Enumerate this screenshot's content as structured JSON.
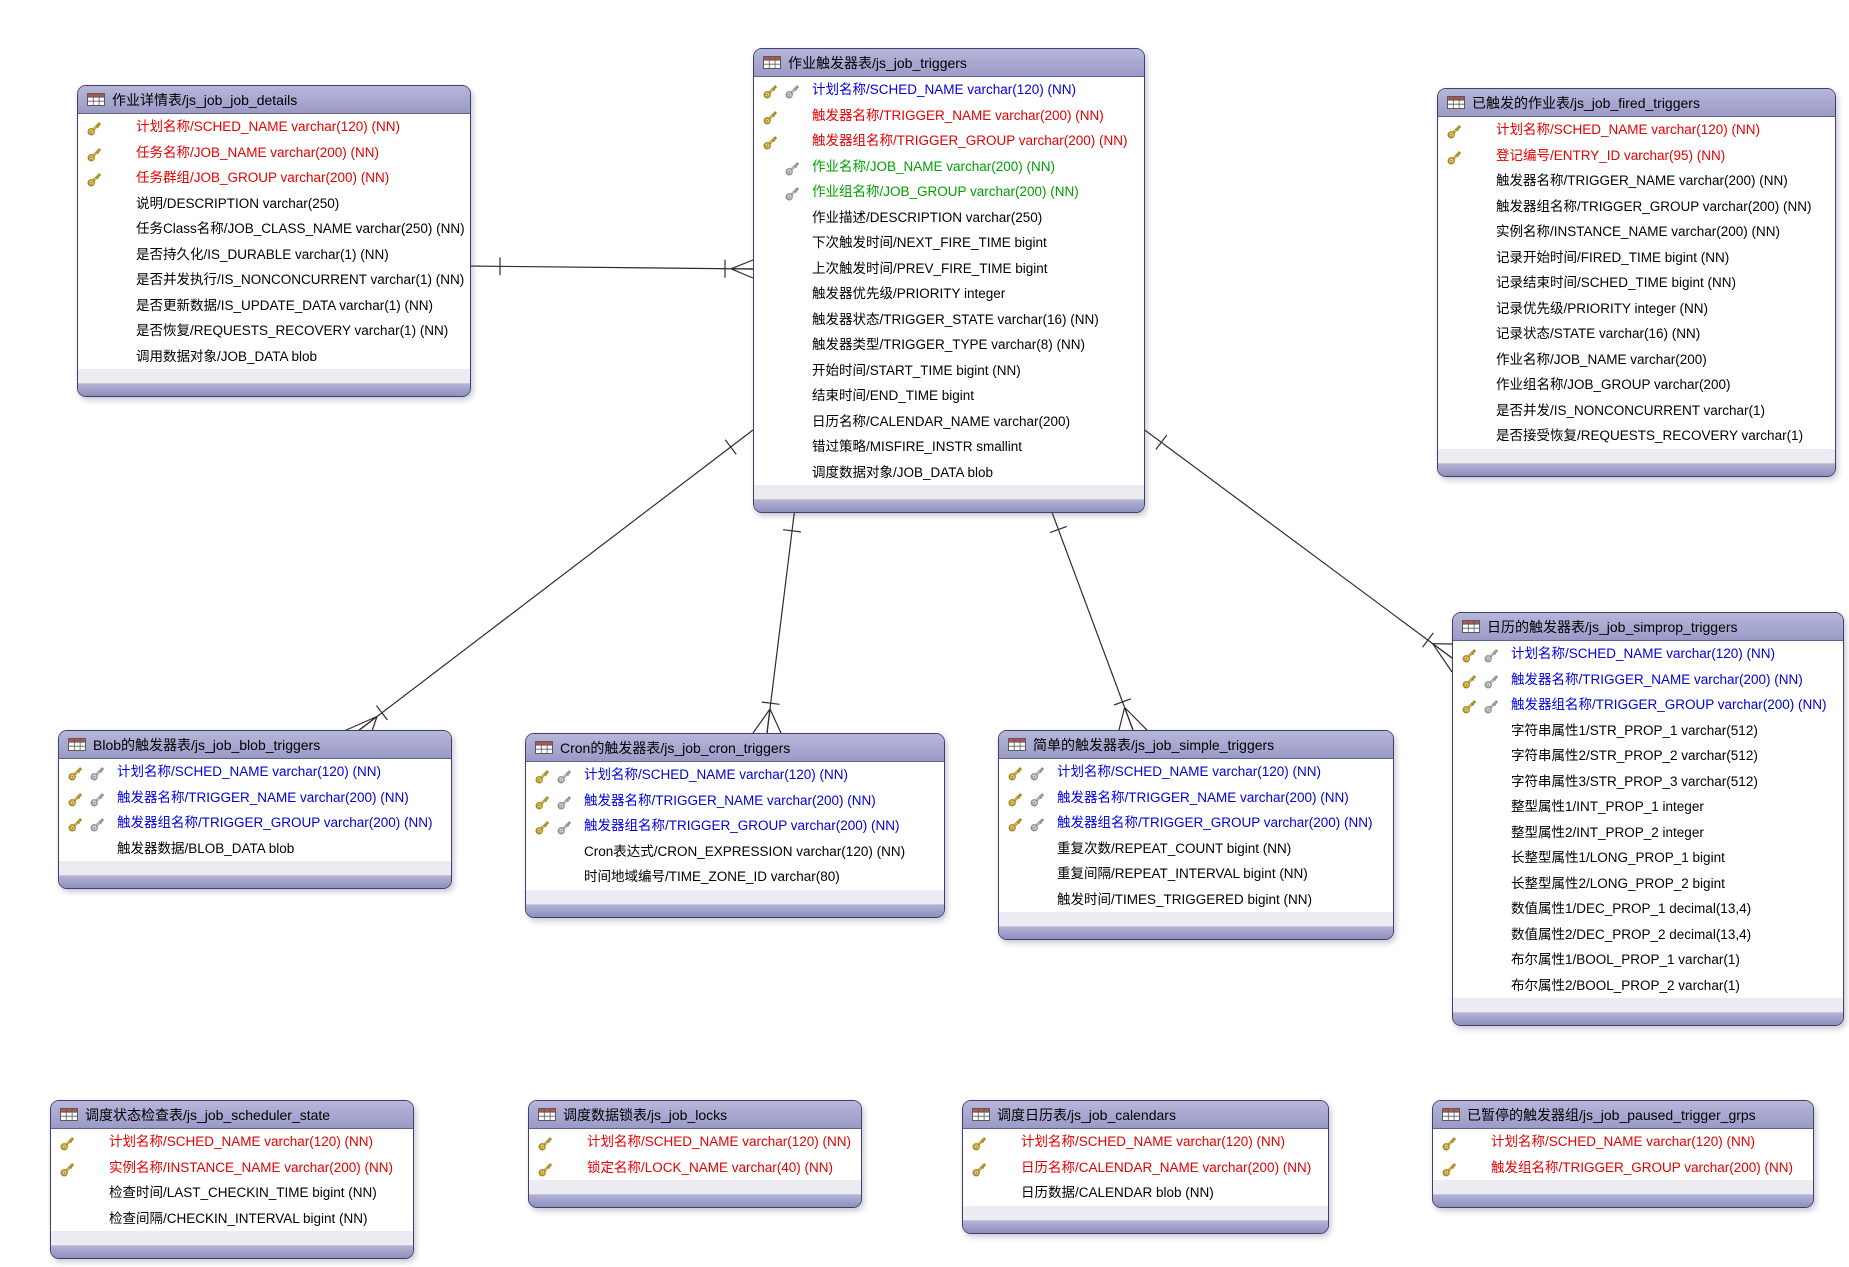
{
  "colors": {
    "canvas_bg": "#ffffff",
    "table_border": "#3f3f68",
    "header_top": "#b7b7db",
    "header_bottom": "#9a9ac7",
    "footer_strip": "#ebebf1",
    "footer_band_top": "#b2b2d5",
    "footer_band_bottom": "#8f8fbe",
    "field_pk": "#e60000",
    "field_pkfk": "#0000e0",
    "field_fk": "#00a000",
    "field_plain": "#000000",
    "key_gold_fill": "#e5c455",
    "key_gold_stroke": "#9b7d1e",
    "key_gray_fill": "#cfcfcf",
    "key_gray_stroke": "#858585",
    "relationship_line": "#2e2e2e",
    "table_icon_band": "#b85450"
  },
  "tables": [
    {
      "id": "js_job_job_details",
      "title": "作业详情表/js_job_job_details",
      "fields": [
        {
          "text": "计划名称/SCHED_NAME varchar(120) (NN)",
          "style": "pk",
          "keys": [
            "gold"
          ]
        },
        {
          "text": "任务名称/JOB_NAME varchar(200) (NN)",
          "style": "pk",
          "keys": [
            "gold"
          ]
        },
        {
          "text": "任务群组/JOB_GROUP varchar(200) (NN)",
          "style": "pk",
          "keys": [
            "gold"
          ]
        },
        {
          "text": "说明/DESCRIPTION varchar(250)",
          "style": "plain",
          "keys": []
        },
        {
          "text": "任务Class名称/JOB_CLASS_NAME varchar(250) (NN)",
          "style": "plain",
          "keys": []
        },
        {
          "text": "是否持久化/IS_DURABLE varchar(1) (NN)",
          "style": "plain",
          "keys": []
        },
        {
          "text": "是否并发执行/IS_NONCONCURRENT varchar(1) (NN)",
          "style": "plain",
          "keys": []
        },
        {
          "text": "是否更新数据/IS_UPDATE_DATA varchar(1) (NN)",
          "style": "plain",
          "keys": []
        },
        {
          "text": "是否恢复/REQUESTS_RECOVERY varchar(1) (NN)",
          "style": "plain",
          "keys": []
        },
        {
          "text": "调用数据对象/JOB_DATA blob",
          "style": "plain",
          "keys": []
        }
      ]
    },
    {
      "id": "js_job_triggers",
      "title": "作业触发器表/js_job_triggers",
      "fields": [
        {
          "text": "计划名称/SCHED_NAME varchar(120) (NN)",
          "style": "pkfk",
          "keys": [
            "gold",
            "gray"
          ]
        },
        {
          "text": "触发器名称/TRIGGER_NAME varchar(200) (NN)",
          "style": "pk",
          "keys": [
            "gold"
          ]
        },
        {
          "text": "触发器组名称/TRIGGER_GROUP varchar(200) (NN)",
          "style": "pk",
          "keys": [
            "gold"
          ]
        },
        {
          "text": "作业名称/JOB_NAME varchar(200) (NN)",
          "style": "fk",
          "keys": [
            "gray"
          ]
        },
        {
          "text": "作业组名称/JOB_GROUP varchar(200) (NN)",
          "style": "fk",
          "keys": [
            "gray"
          ]
        },
        {
          "text": "作业描述/DESCRIPTION varchar(250)",
          "style": "plain",
          "keys": []
        },
        {
          "text": "下次触发时间/NEXT_FIRE_TIME bigint",
          "style": "plain",
          "keys": []
        },
        {
          "text": "上次触发时间/PREV_FIRE_TIME bigint",
          "style": "plain",
          "keys": []
        },
        {
          "text": "触发器优先级/PRIORITY integer",
          "style": "plain",
          "keys": []
        },
        {
          "text": "触发器状态/TRIGGER_STATE varchar(16) (NN)",
          "style": "plain",
          "keys": []
        },
        {
          "text": "触发器类型/TRIGGER_TYPE varchar(8) (NN)",
          "style": "plain",
          "keys": []
        },
        {
          "text": "开始时间/START_TIME bigint (NN)",
          "style": "plain",
          "keys": []
        },
        {
          "text": "结束时间/END_TIME bigint",
          "style": "plain",
          "keys": []
        },
        {
          "text": "日历名称/CALENDAR_NAME varchar(200)",
          "style": "plain",
          "keys": []
        },
        {
          "text": "错过策略/MISFIRE_INSTR smallint",
          "style": "plain",
          "keys": []
        },
        {
          "text": "调度数据对象/JOB_DATA blob",
          "style": "plain",
          "keys": []
        }
      ]
    },
    {
      "id": "js_job_fired_triggers",
      "title": "已触发的作业表/js_job_fired_triggers",
      "fields": [
        {
          "text": "计划名称/SCHED_NAME varchar(120) (NN)",
          "style": "pk",
          "keys": [
            "gold"
          ]
        },
        {
          "text": "登记编号/ENTRY_ID varchar(95) (NN)",
          "style": "pk",
          "keys": [
            "gold"
          ]
        },
        {
          "text": "触发器名称/TRIGGER_NAME varchar(200) (NN)",
          "style": "plain",
          "keys": []
        },
        {
          "text": "触发器组名称/TRIGGER_GROUP varchar(200) (NN)",
          "style": "plain",
          "keys": []
        },
        {
          "text": "实例名称/INSTANCE_NAME varchar(200) (NN)",
          "style": "plain",
          "keys": []
        },
        {
          "text": "记录开始时间/FIRED_TIME bigint (NN)",
          "style": "plain",
          "keys": []
        },
        {
          "text": "记录结束时间/SCHED_TIME bigint (NN)",
          "style": "plain",
          "keys": []
        },
        {
          "text": "记录优先级/PRIORITY integer (NN)",
          "style": "plain",
          "keys": []
        },
        {
          "text": "记录状态/STATE varchar(16) (NN)",
          "style": "plain",
          "keys": []
        },
        {
          "text": "作业名称/JOB_NAME varchar(200)",
          "style": "plain",
          "keys": []
        },
        {
          "text": "作业组名称/JOB_GROUP varchar(200)",
          "style": "plain",
          "keys": []
        },
        {
          "text": "是否并发/IS_NONCONCURRENT varchar(1)",
          "style": "plain",
          "keys": []
        },
        {
          "text": "是否接受恢复/REQUESTS_RECOVERY varchar(1)",
          "style": "plain",
          "keys": []
        }
      ]
    },
    {
      "id": "js_job_simprop_triggers",
      "title": "日历的触发器表/js_job_simprop_triggers",
      "fields": [
        {
          "text": "计划名称/SCHED_NAME varchar(120) (NN)",
          "style": "pkfk",
          "keys": [
            "gold",
            "gray"
          ]
        },
        {
          "text": "触发器名称/TRIGGER_NAME varchar(200) (NN)",
          "style": "pkfk",
          "keys": [
            "gold",
            "gray"
          ]
        },
        {
          "text": "触发器组名称/TRIGGER_GROUP varchar(200) (NN)",
          "style": "pkfk",
          "keys": [
            "gold",
            "gray"
          ]
        },
        {
          "text": "字符串属性1/STR_PROP_1 varchar(512)",
          "style": "plain",
          "keys": []
        },
        {
          "text": "字符串属性2/STR_PROP_2 varchar(512)",
          "style": "plain",
          "keys": []
        },
        {
          "text": "字符串属性3/STR_PROP_3 varchar(512)",
          "style": "plain",
          "keys": []
        },
        {
          "text": "整型属性1/INT_PROP_1 integer",
          "style": "plain",
          "keys": []
        },
        {
          "text": "整型属性2/INT_PROP_2 integer",
          "style": "plain",
          "keys": []
        },
        {
          "text": "长整型属性1/LONG_PROP_1 bigint",
          "style": "plain",
          "keys": []
        },
        {
          "text": "长整型属性2/LONG_PROP_2 bigint",
          "style": "plain",
          "keys": []
        },
        {
          "text": "数值属性1/DEC_PROP_1 decimal(13,4)",
          "style": "plain",
          "keys": []
        },
        {
          "text": "数值属性2/DEC_PROP_2 decimal(13,4)",
          "style": "plain",
          "keys": []
        },
        {
          "text": "布尔属性1/BOOL_PROP_1 varchar(1)",
          "style": "plain",
          "keys": []
        },
        {
          "text": "布尔属性2/BOOL_PROP_2 varchar(1)",
          "style": "plain",
          "keys": []
        }
      ]
    },
    {
      "id": "js_job_blob_triggers",
      "title": "Blob的触发器表/js_job_blob_triggers",
      "fields": [
        {
          "text": "计划名称/SCHED_NAME varchar(120) (NN)",
          "style": "pkfk",
          "keys": [
            "gold",
            "gray"
          ]
        },
        {
          "text": "触发器名称/TRIGGER_NAME varchar(200) (NN)",
          "style": "pkfk",
          "keys": [
            "gold",
            "gray"
          ]
        },
        {
          "text": "触发器组名称/TRIGGER_GROUP varchar(200) (NN)",
          "style": "pkfk",
          "keys": [
            "gold",
            "gray"
          ]
        },
        {
          "text": "触发器数据/BLOB_DATA blob",
          "style": "plain",
          "keys": []
        }
      ]
    },
    {
      "id": "js_job_cron_triggers",
      "title": "Cron的触发器表/js_job_cron_triggers",
      "fields": [
        {
          "text": "计划名称/SCHED_NAME varchar(120) (NN)",
          "style": "pkfk",
          "keys": [
            "gold",
            "gray"
          ]
        },
        {
          "text": "触发器名称/TRIGGER_NAME varchar(200) (NN)",
          "style": "pkfk",
          "keys": [
            "gold",
            "gray"
          ]
        },
        {
          "text": "触发器组名称/TRIGGER_GROUP varchar(200) (NN)",
          "style": "pkfk",
          "keys": [
            "gold",
            "gray"
          ]
        },
        {
          "text": "Cron表达式/CRON_EXPRESSION varchar(120) (NN)",
          "style": "plain",
          "keys": []
        },
        {
          "text": "时间地域编号/TIME_ZONE_ID varchar(80)",
          "style": "plain",
          "keys": []
        }
      ]
    },
    {
      "id": "js_job_simple_triggers",
      "title": "简单的触发器表/js_job_simple_triggers",
      "fields": [
        {
          "text": "计划名称/SCHED_NAME varchar(120) (NN)",
          "style": "pkfk",
          "keys": [
            "gold",
            "gray"
          ]
        },
        {
          "text": "触发器名称/TRIGGER_NAME varchar(200) (NN)",
          "style": "pkfk",
          "keys": [
            "gold",
            "gray"
          ]
        },
        {
          "text": "触发器组名称/TRIGGER_GROUP varchar(200) (NN)",
          "style": "pkfk",
          "keys": [
            "gold",
            "gray"
          ]
        },
        {
          "text": "重复次数/REPEAT_COUNT bigint (NN)",
          "style": "plain",
          "keys": []
        },
        {
          "text": "重复间隔/REPEAT_INTERVAL bigint (NN)",
          "style": "plain",
          "keys": []
        },
        {
          "text": "触发时间/TIMES_TRIGGERED bigint (NN)",
          "style": "plain",
          "keys": []
        }
      ]
    },
    {
      "id": "js_job_scheduler_state",
      "title": "调度状态检查表/js_job_scheduler_state",
      "fields": [
        {
          "text": "计划名称/SCHED_NAME varchar(120) (NN)",
          "style": "pk",
          "keys": [
            "gold"
          ]
        },
        {
          "text": "实例名称/INSTANCE_NAME varchar(200) (NN)",
          "style": "pk",
          "keys": [
            "gold"
          ]
        },
        {
          "text": "检查时间/LAST_CHECKIN_TIME bigint (NN)",
          "style": "plain",
          "keys": []
        },
        {
          "text": "检查间隔/CHECKIN_INTERVAL bigint (NN)",
          "style": "plain",
          "keys": []
        }
      ]
    },
    {
      "id": "js_job_locks",
      "title": "调度数据锁表/js_job_locks",
      "fields": [
        {
          "text": "计划名称/SCHED_NAME varchar(120) (NN)",
          "style": "pk",
          "keys": [
            "gold"
          ]
        },
        {
          "text": "锁定名称/LOCK_NAME varchar(40) (NN)",
          "style": "pk",
          "keys": [
            "gold"
          ]
        }
      ]
    },
    {
      "id": "js_job_calendars",
      "title": "调度日历表/js_job_calendars",
      "fields": [
        {
          "text": "计划名称/SCHED_NAME varchar(120) (NN)",
          "style": "pk",
          "keys": [
            "gold"
          ]
        },
        {
          "text": "日历名称/CALENDAR_NAME varchar(200) (NN)",
          "style": "pk",
          "keys": [
            "gold"
          ]
        },
        {
          "text": "日历数据/CALENDAR blob (NN)",
          "style": "plain",
          "keys": []
        }
      ]
    },
    {
      "id": "js_job_paused_trigger_grps",
      "title": "已暂停的触发器组/js_job_paused_trigger_grps",
      "fields": [
        {
          "text": "计划名称/SCHED_NAME varchar(120) (NN)",
          "style": "pk",
          "keys": [
            "gold"
          ]
        },
        {
          "text": "触发组名称/TRIGGER_GROUP varchar(200) (NN)",
          "style": "pk",
          "keys": [
            "gold"
          ]
        }
      ]
    }
  ],
  "relationships": [
    {
      "from": "js_job_job_details",
      "to": "js_job_triggers",
      "cardinality": "one-to-many"
    },
    {
      "from": "js_job_triggers",
      "to": "js_job_blob_triggers",
      "cardinality": "one-to-many"
    },
    {
      "from": "js_job_triggers",
      "to": "js_job_cron_triggers",
      "cardinality": "one-to-many"
    },
    {
      "from": "js_job_triggers",
      "to": "js_job_simple_triggers",
      "cardinality": "one-to-many"
    },
    {
      "from": "js_job_triggers",
      "to": "js_job_simprop_triggers",
      "cardinality": "one-to-many"
    }
  ]
}
